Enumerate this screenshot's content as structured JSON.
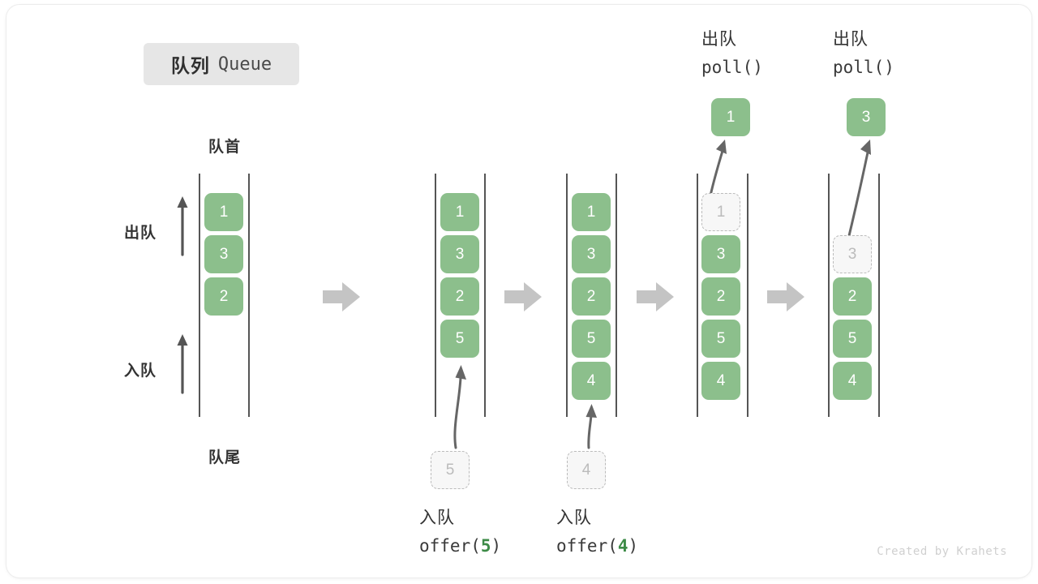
{
  "title": {
    "cn": "队列",
    "en": "Queue"
  },
  "labels": {
    "head": "队首",
    "tail": "队尾",
    "dequeue": "出队",
    "enqueue": "入队"
  },
  "credit": "Created by Krahets",
  "colors": {
    "cell_fill": "#8cbf8c",
    "cell_text": "#ffffff",
    "ghost_fill": "#f7f7f7",
    "ghost_border": "#bbbbbb",
    "ghost_text": "#bbbbbb",
    "rail": "#555555",
    "flow_arrow": "#c4c4c4",
    "arg_green": "#3d8b47",
    "badge_bg": "#e6e6e6"
  },
  "chart_data": {
    "type": "diagram",
    "title": "队列 Queue",
    "description": "Queue operations: initial state, offer(5), offer(4), poll(), poll()",
    "stages": [
      {
        "name": "initial",
        "items": [
          "1",
          "3",
          "2"
        ],
        "ghost": null,
        "popped": null,
        "op_cn": null,
        "op_code": null,
        "op_arg": null
      },
      {
        "name": "offer-5",
        "items": [
          "1",
          "3",
          "2",
          "5"
        ],
        "ghost": "5",
        "popped": null,
        "op_cn": "入队",
        "op_code": "offer(5)",
        "op_arg": "5"
      },
      {
        "name": "offer-4",
        "items": [
          "1",
          "3",
          "2",
          "5",
          "4"
        ],
        "ghost": "4",
        "popped": null,
        "op_cn": "入队",
        "op_code": "offer(4)",
        "op_arg": "4"
      },
      {
        "name": "poll-1",
        "items": [
          "3",
          "2",
          "5",
          "4"
        ],
        "ghost": "1",
        "popped": "1",
        "op_cn": "出队",
        "op_code": "poll()",
        "op_arg": null
      },
      {
        "name": "poll-3",
        "items": [
          "2",
          "5",
          "4"
        ],
        "ghost": "3",
        "popped": "3",
        "op_cn": "出队",
        "op_code": "poll()",
        "op_arg": null
      }
    ]
  },
  "stage1": {
    "cells": [
      "1",
      "3",
      "2"
    ]
  },
  "stage2": {
    "cells": [
      "1",
      "3",
      "2",
      "5"
    ],
    "ghost": "5",
    "op_cn": "入队",
    "op_prefix": "offer(",
    "op_arg": "5",
    "op_suffix": ")"
  },
  "stage3": {
    "cells": [
      "1",
      "3",
      "2",
      "5",
      "4"
    ],
    "ghost": "4",
    "op_cn": "入队",
    "op_prefix": "offer(",
    "op_arg": "4",
    "op_suffix": ")"
  },
  "stage4": {
    "ghost": "1",
    "cells": [
      "3",
      "2",
      "5",
      "4"
    ],
    "popped": "1",
    "op_cn": "出队",
    "op_code": "poll()"
  },
  "stage5": {
    "ghost": "3",
    "cells": [
      "2",
      "5",
      "4"
    ],
    "popped": "3",
    "op_cn": "出队",
    "op_code": "poll()"
  }
}
